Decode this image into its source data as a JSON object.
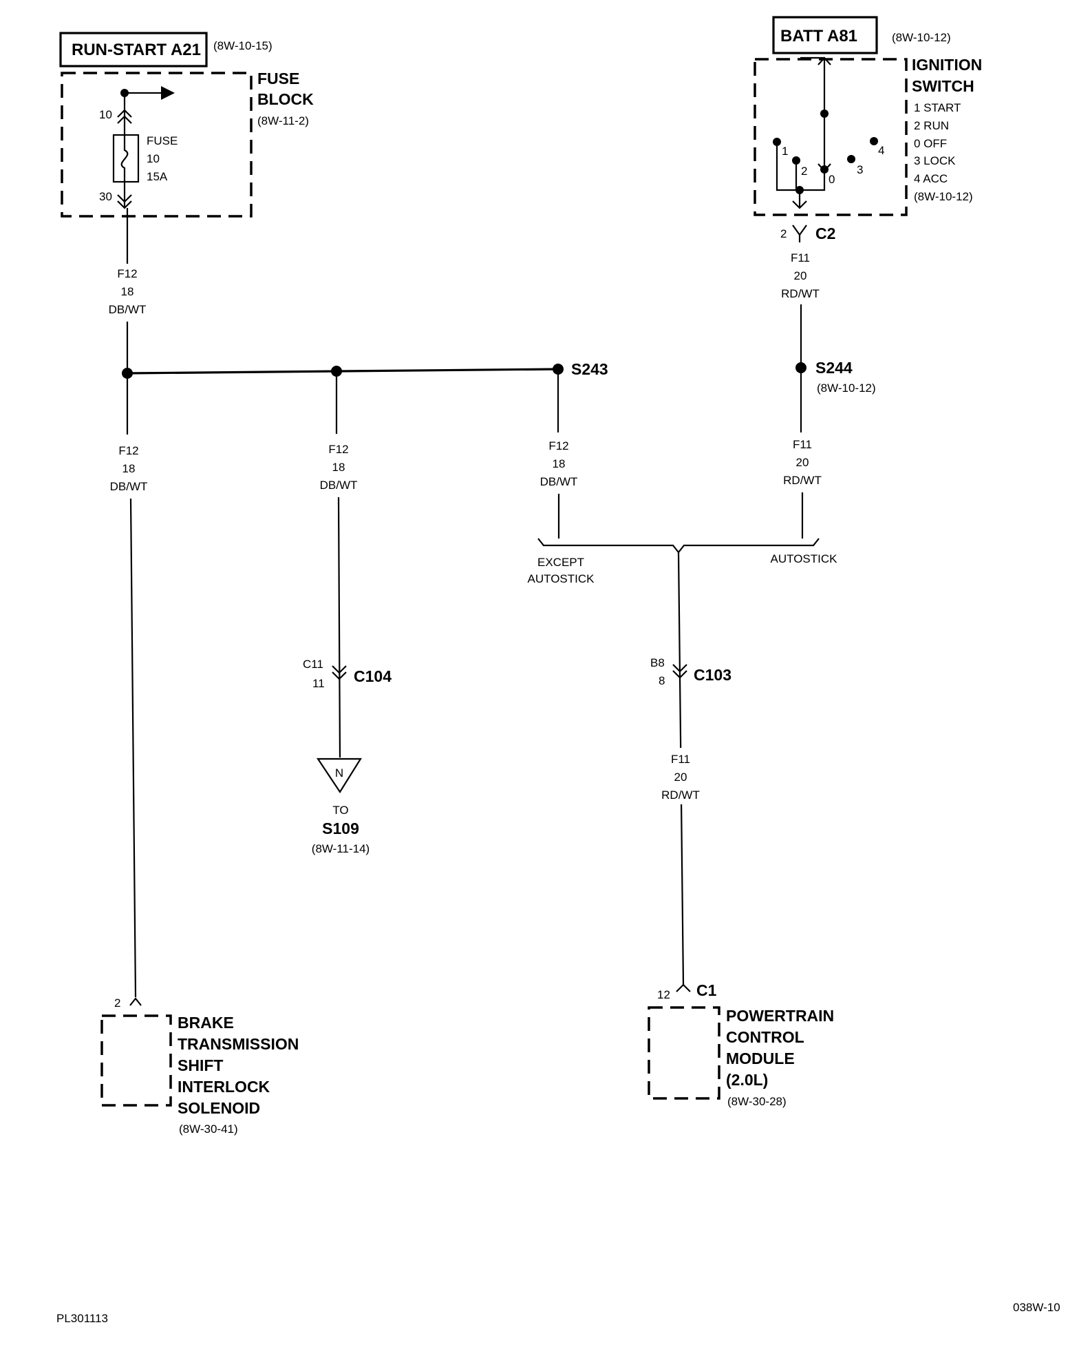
{
  "run_start": {
    "label": "RUN-START A21",
    "ref": "(8W-10-15)"
  },
  "batt": {
    "label": "BATT A81",
    "ref": "(8W-10-12)"
  },
  "fuse_block": {
    "title_1": "FUSE",
    "title_2": "BLOCK",
    "ref": "(8W-11-2)",
    "fuse_1": "FUSE",
    "fuse_2": "10",
    "fuse_3": "15A",
    "pin_in": "10",
    "pin_out": "30"
  },
  "ignition_switch": {
    "title_1": "IGNITION",
    "title_2": "SWITCH",
    "positions": [
      "1 START",
      "2 RUN",
      "0 OFF",
      "3 LOCK",
      "4 ACC"
    ],
    "ref": "(8W-10-12)",
    "pos_labels": [
      "1",
      "2",
      "0",
      "3",
      "4"
    ],
    "connector_pin": "2",
    "connector": "C2"
  },
  "wires": {
    "f12_top": {
      "circuit": "F12",
      "gauge": "18",
      "color": "DB/WT"
    },
    "f12_left": {
      "circuit": "F12",
      "gauge": "18",
      "color": "DB/WT"
    },
    "f12_mid": {
      "circuit": "F12",
      "gauge": "18",
      "color": "DB/WT"
    },
    "f12_s243": {
      "circuit": "F12",
      "gauge": "18",
      "color": "DB/WT"
    },
    "f11_top": {
      "circuit": "F11",
      "gauge": "20",
      "color": "RD/WT"
    },
    "f11_s244": {
      "circuit": "F11",
      "gauge": "20",
      "color": "RD/WT"
    },
    "f11_bottom": {
      "circuit": "F11",
      "gauge": "20",
      "color": "RD/WT"
    }
  },
  "splices": {
    "s243": "S243",
    "s244": "S244",
    "s244_ref": "(8W-10-12)"
  },
  "options": {
    "except_1": "EXCEPT",
    "except_2": "AUTOSTICK",
    "autostick": "AUTOSTICK"
  },
  "c104": {
    "pin_a": "C11",
    "pin_b": "11",
    "name": "C104"
  },
  "c103": {
    "pin_a": "B8",
    "pin_b": "8",
    "name": "C103"
  },
  "to_s109": {
    "symbol": "N",
    "to": "TO",
    "name": "S109",
    "ref": "(8W-11-14)"
  },
  "brake_solenoid": {
    "pin": "2",
    "lines": [
      "BRAKE",
      "TRANSMISSION",
      "SHIFT",
      "INTERLOCK",
      "SOLENOID"
    ],
    "ref": "(8W-30-41)"
  },
  "pcm": {
    "pin": "12",
    "connector": "C1",
    "lines": [
      "POWERTRAIN",
      "CONTROL",
      "MODULE",
      "(2.0L)"
    ],
    "ref": "(8W-30-28)"
  },
  "footer": {
    "left": "PL301113",
    "right": "038W-10"
  }
}
